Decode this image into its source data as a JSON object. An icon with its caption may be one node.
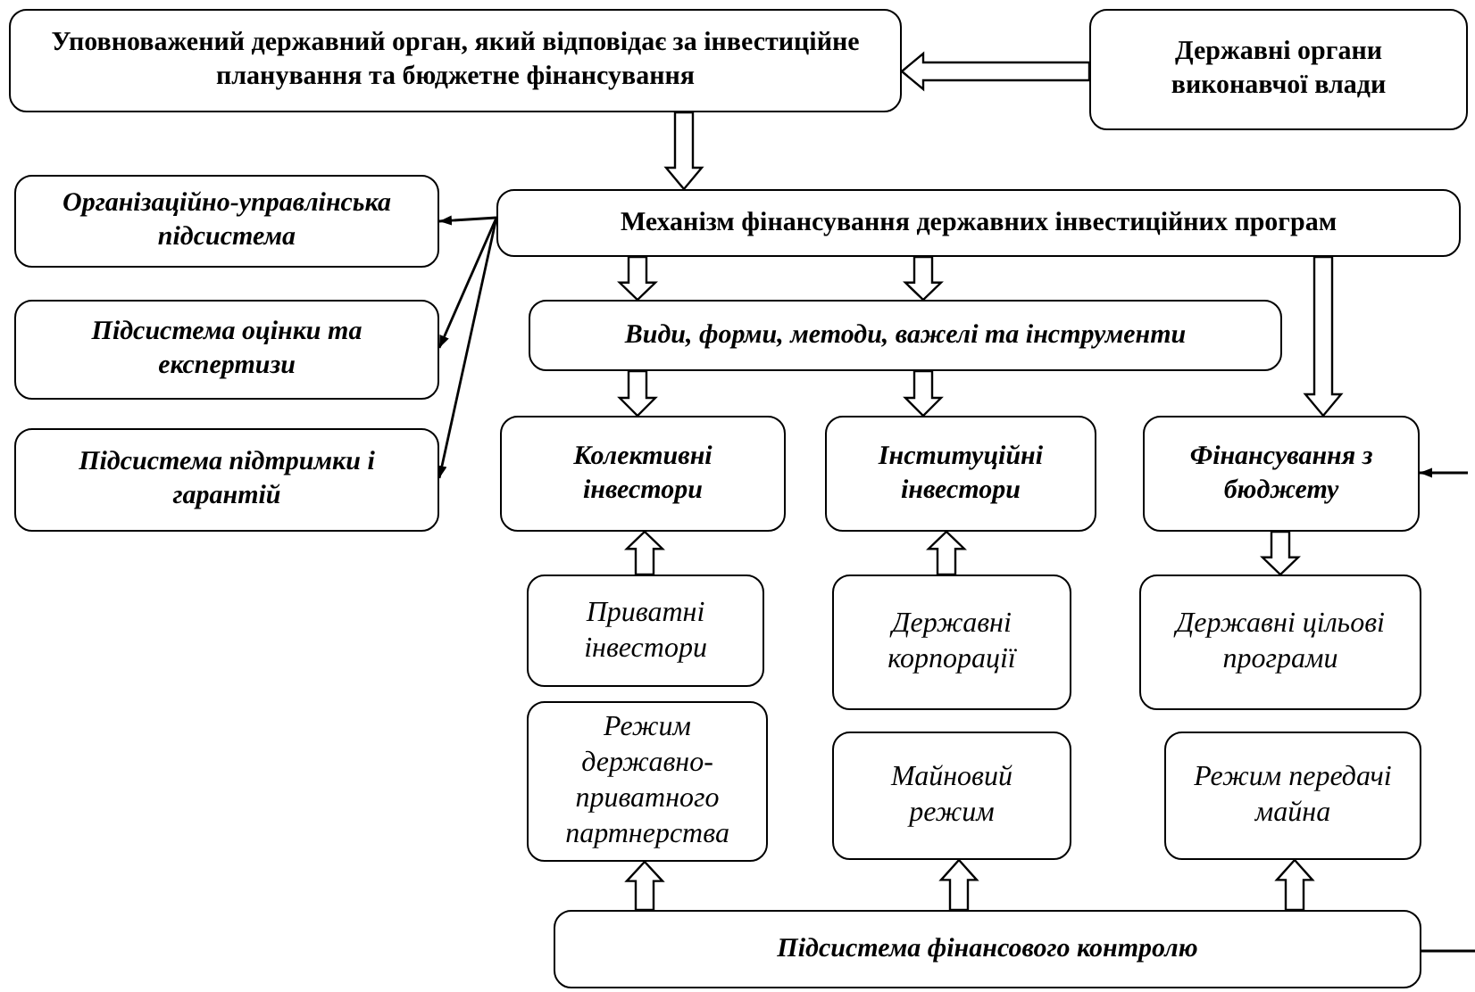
{
  "diagram": {
    "nodes": [
      {
        "text": [
          "Уповноважений державний орган, який відповідає за інвестиційне планування та бюджетне фінансування"
        ]
      },
      {
        "text": [
          "Державні органи виконавчої влади"
        ]
      },
      {
        "text": [
          "Механізм фінансування державних інвестиційних програм"
        ]
      },
      {
        "text": [
          "Організаційно-управлінська підсистема"
        ]
      },
      {
        "text": [
          "Підсистема оцінки та експертизи"
        ]
      },
      {
        "text": [
          "Підсистема підтримки і гарантій"
        ]
      },
      {
        "text": [
          "Види, форми, методи, важелі та інструменти"
        ]
      },
      {
        "text": [
          "Колективні інвестори"
        ]
      },
      {
        "text": [
          "Інституційні інвестори"
        ]
      },
      {
        "text": [
          "Фінансування з бюджету"
        ]
      },
      {
        "text": [
          "Приватні інвестори"
        ]
      },
      {
        "text": [
          "Державні корпорації"
        ]
      },
      {
        "text": [
          "Державні цільові програми"
        ]
      },
      {
        "text": [
          "Режим державно-приватного партнерства"
        ]
      },
      {
        "text": [
          "Майновий режим"
        ]
      },
      {
        "text": [
          "Режим передачі майна"
        ]
      },
      {
        "text": [
          "Підсистема фінансового контролю"
        ]
      }
    ],
    "edges": [
      {
        "from": 1,
        "to": 0,
        "arrow": "to",
        "style": "thick"
      },
      {
        "from": 0,
        "to": 2,
        "arrow": "to",
        "style": "thick"
      },
      {
        "from": 2,
        "to": 3,
        "arrow": "to"
      },
      {
        "from": 2,
        "to": 4,
        "arrow": "to"
      },
      {
        "from": 2,
        "to": 5,
        "arrow": "to"
      },
      {
        "from": 2,
        "to": 6,
        "arrow": "to",
        "style": "thick"
      },
      {
        "from": 2,
        "to": 6,
        "arrow": "to",
        "style": "thick"
      },
      {
        "from": 2,
        "to": 9,
        "arrow": "to",
        "style": "thick"
      },
      {
        "from": 6,
        "to": 7,
        "arrow": "to",
        "style": "thick"
      },
      {
        "from": 6,
        "to": 8,
        "arrow": "to",
        "style": "thick"
      },
      {
        "from": 10,
        "to": 7,
        "arrow": "to",
        "style": "thick"
      },
      {
        "from": 11,
        "to": 8,
        "arrow": "to",
        "style": "thick"
      },
      {
        "from": 9,
        "to": 12,
        "arrow": "to",
        "style": "thick"
      },
      {
        "from": 16,
        "to": 13,
        "arrow": "to",
        "style": "thick"
      },
      {
        "from": 16,
        "to": 14,
        "arrow": "to",
        "style": "thick"
      },
      {
        "from": 16,
        "to": 15,
        "arrow": "to",
        "style": "thick"
      },
      {
        "from": null,
        "to": 9,
        "arrow": "to"
      },
      {
        "from": 16,
        "to": null,
        "arrow": "none"
      }
    ]
  }
}
